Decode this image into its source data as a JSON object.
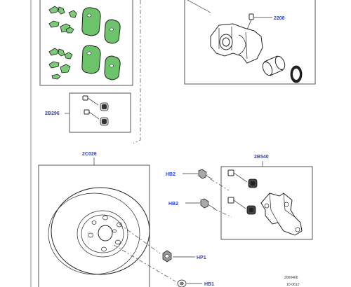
{
  "labels": {
    "caliper_assembly": "2208",
    "guide_pin_kit": "2B296",
    "brake_disc": "2C026",
    "caliper_carrier": "2B540",
    "carrier_bolt_upper": "HB2",
    "carrier_bolt_lower": "HB2",
    "disc_bolt_upper": "HP1",
    "disc_bolt_lower": "HB1"
  },
  "footer": {
    "drawing_number": "2060406",
    "date_code": "10-0612"
  },
  "colors": {
    "label_blue": "#2a43c8",
    "pad_green": "#6cc36a",
    "line_dark": "#222222"
  }
}
